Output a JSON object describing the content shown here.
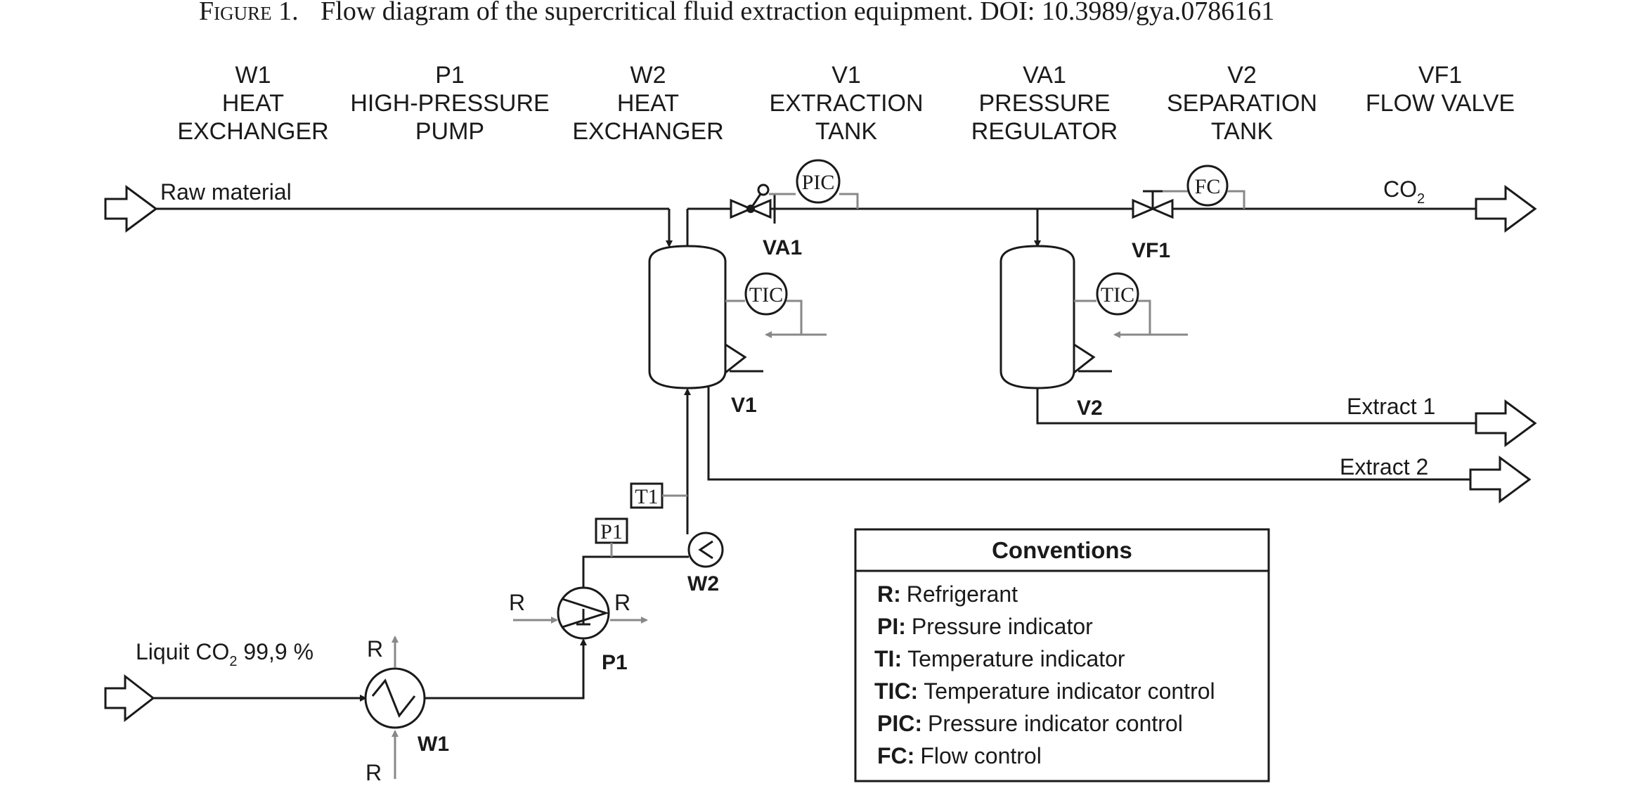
{
  "caption": {
    "prefix": "Figure 1.",
    "text": "Flow diagram of the supercritical fluid extraction equipment. DOI: 10.3989/gya.0786161"
  },
  "header": [
    {
      "code": "W1",
      "line1": "HEAT",
      "line2": "EXCHANGER"
    },
    {
      "code": "P1",
      "line1": "HIGH-PRESSURE",
      "line2": "PUMP"
    },
    {
      "code": "W2",
      "line1": "HEAT",
      "line2": "EXCHANGER"
    },
    {
      "code": "V1",
      "line1": "EXTRACTION",
      "line2": "TANK"
    },
    {
      "code": "VA1",
      "line1": "PRESSURE",
      "line2": "REGULATOR"
    },
    {
      "code": "V2",
      "line1": "SEPARATION",
      "line2": "TANK"
    },
    {
      "code": "VF1",
      "line1": "FLOW VALVE",
      "line2": ""
    }
  ],
  "streams": {
    "raw_material": "Raw material",
    "co2_main": "CO",
    "co2_sub": "2",
    "liquid_co2_main": "Liquit CO",
    "liquid_co2_sub": "2",
    "liquid_co2_rest": " 99,9 %",
    "extract1": "Extract 1",
    "extract2": "Extract 2"
  },
  "equipment_tags": {
    "va1": "VA1",
    "vf1": "VF1",
    "v1": "V1",
    "v2": "V2",
    "w1": "W1",
    "w2": "W2",
    "p1": "P1"
  },
  "instruments": {
    "pic": "PIC",
    "fc": "FC",
    "tic_v1": "TIC",
    "tic_v2": "TIC",
    "t1": "T1",
    "p1": "P1"
  },
  "refrigerant_labels": {
    "w1_top": "R",
    "w1_bottom": "R",
    "p1_left": "R",
    "p1_right": "R"
  },
  "conventions": {
    "title": "Conventions",
    "items": [
      {
        "key": "R:",
        "desc": "Refrigerant"
      },
      {
        "key": "PI:",
        "desc": "Pressure indicator"
      },
      {
        "key": "TI:",
        "desc": "Temperature indicator"
      },
      {
        "key": "TIC:",
        "desc": "Temperature indicator control"
      },
      {
        "key": "PIC:",
        "desc": "Pressure indicator control"
      },
      {
        "key": "FC:",
        "desc": "Flow control"
      }
    ]
  },
  "colors": {
    "line": "#1a1a1a",
    "utility_line": "#888888",
    "background": "#ffffff"
  }
}
